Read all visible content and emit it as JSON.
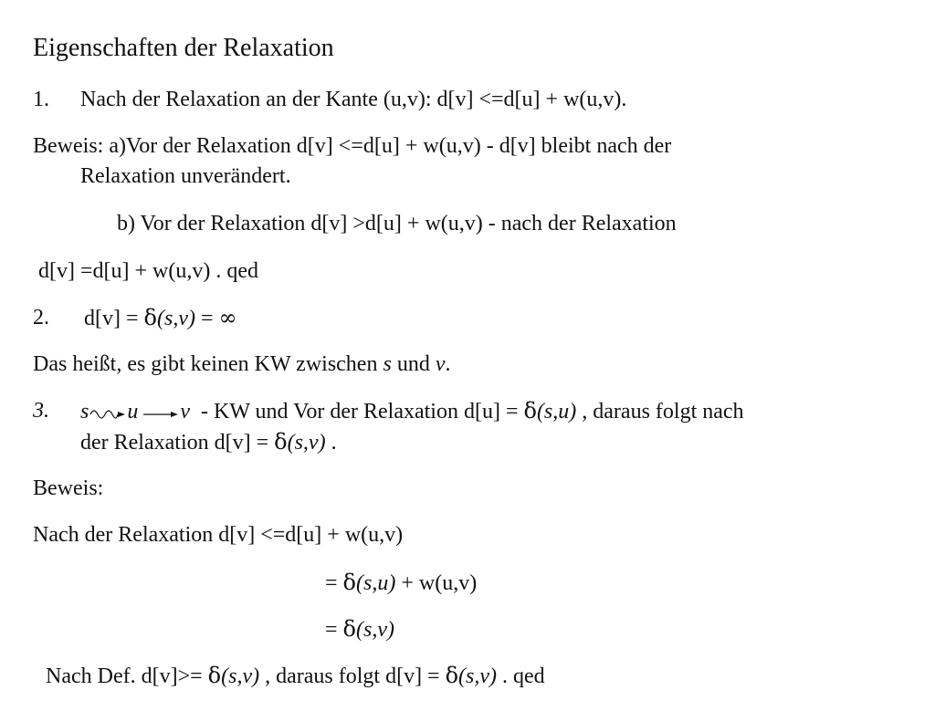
{
  "slide": {
    "title": "Eigenschaften der Relaxation",
    "item1": {
      "number": "1.",
      "text": "Nach der Relaxation an der Kante (u,v): d[v] <=d[u] + w(u,v)."
    },
    "proof_a": {
      "line1": "Beweis: a)Vor der Relaxation d[v] <=d[u] + w(u,v)  - d[v] bleibt nach der",
      "line2": "Relaxation unverändert."
    },
    "proof_b": {
      "text": "b) Vor der Relaxation d[v] >d[u] + w(u,v)  - nach der Relaxation"
    },
    "proof_b_result": {
      "text": "d[v] =d[u] + w(u,v) . qed"
    },
    "item2": {
      "number": "2.",
      "prefix": "d[v] = ",
      "delta": "δ",
      "args": "(s,v)",
      "eq": " = ",
      "infinity": "∞"
    },
    "item2_explain": {
      "prefix": "Das heißt, es gibt keinen KW zwischen ",
      "s": "s",
      "und": " und ",
      "v": "v",
      "period": "."
    },
    "item3": {
      "number": "3.",
      "s": "s",
      "u": "u",
      "v": "v",
      "text1": "- KW und Vor der Relaxation  d[u] = ",
      "delta": "δ",
      "args_su": "(s,u)",
      "text2": " , daraus folgt nach",
      "line2_prefix": "der Relaxation    d[v] = ",
      "args_sv": "(s,v)",
      "line2_suffix": " ."
    },
    "proof_label": "Beweis:",
    "derivation": {
      "line1": "Nach der Relaxation  d[v] <=d[u] + w(u,v)",
      "line2_eq": "= ",
      "line2_delta": "δ",
      "line2_args": "(s,u)",
      "line2_rest": " + w(u,v)",
      "line3_eq": "= ",
      "line3_delta": "δ",
      "line3_args": "(s,v)"
    },
    "conclusion": {
      "prefix": "Nach Def. d[v]>= ",
      "delta1": "δ",
      "args1": "(s,v)",
      "middle": " , daraus folgt d[v] = ",
      "delta2": "δ",
      "args2": "(s,v)",
      "suffix": " . qed"
    }
  }
}
